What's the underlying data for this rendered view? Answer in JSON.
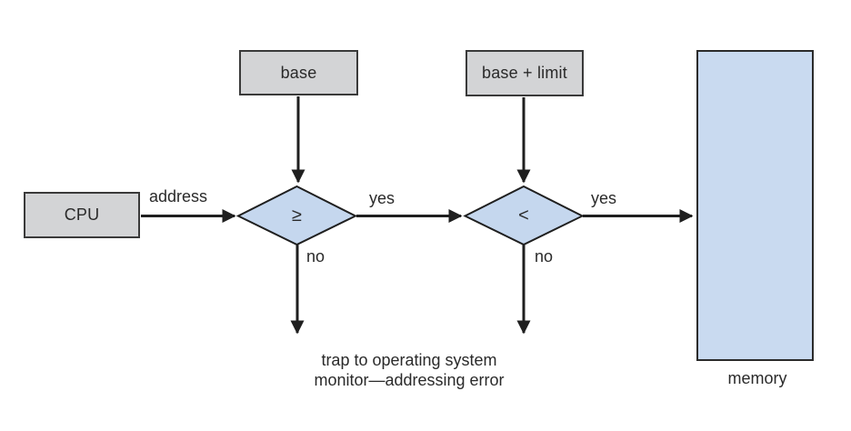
{
  "diagram": {
    "nodes": {
      "cpu": {
        "label": "CPU"
      },
      "base_register": {
        "label": "base"
      },
      "base_limit_register": {
        "label": "base + limit"
      },
      "memory": {
        "label": "memory"
      },
      "lower_bound_check": {
        "symbol": "≥"
      },
      "upper_bound_check": {
        "symbol": "<"
      }
    },
    "edge_labels": {
      "address": "address",
      "yes_lower": "yes",
      "yes_upper": "yes",
      "no_lower": "no",
      "no_upper": "no"
    },
    "trap_text": {
      "line1": "trap to operating system",
      "line2": "monitor—addressing error"
    },
    "colors": {
      "register_fill": "#d3d4d6",
      "register_border": "#3a3a3a",
      "memory_fill": "#c9daf0",
      "diamond_fill": "#c5d7ee",
      "line": "#1f1f1f",
      "text": "#2a2a2a",
      "background": "#ffffff"
    }
  }
}
